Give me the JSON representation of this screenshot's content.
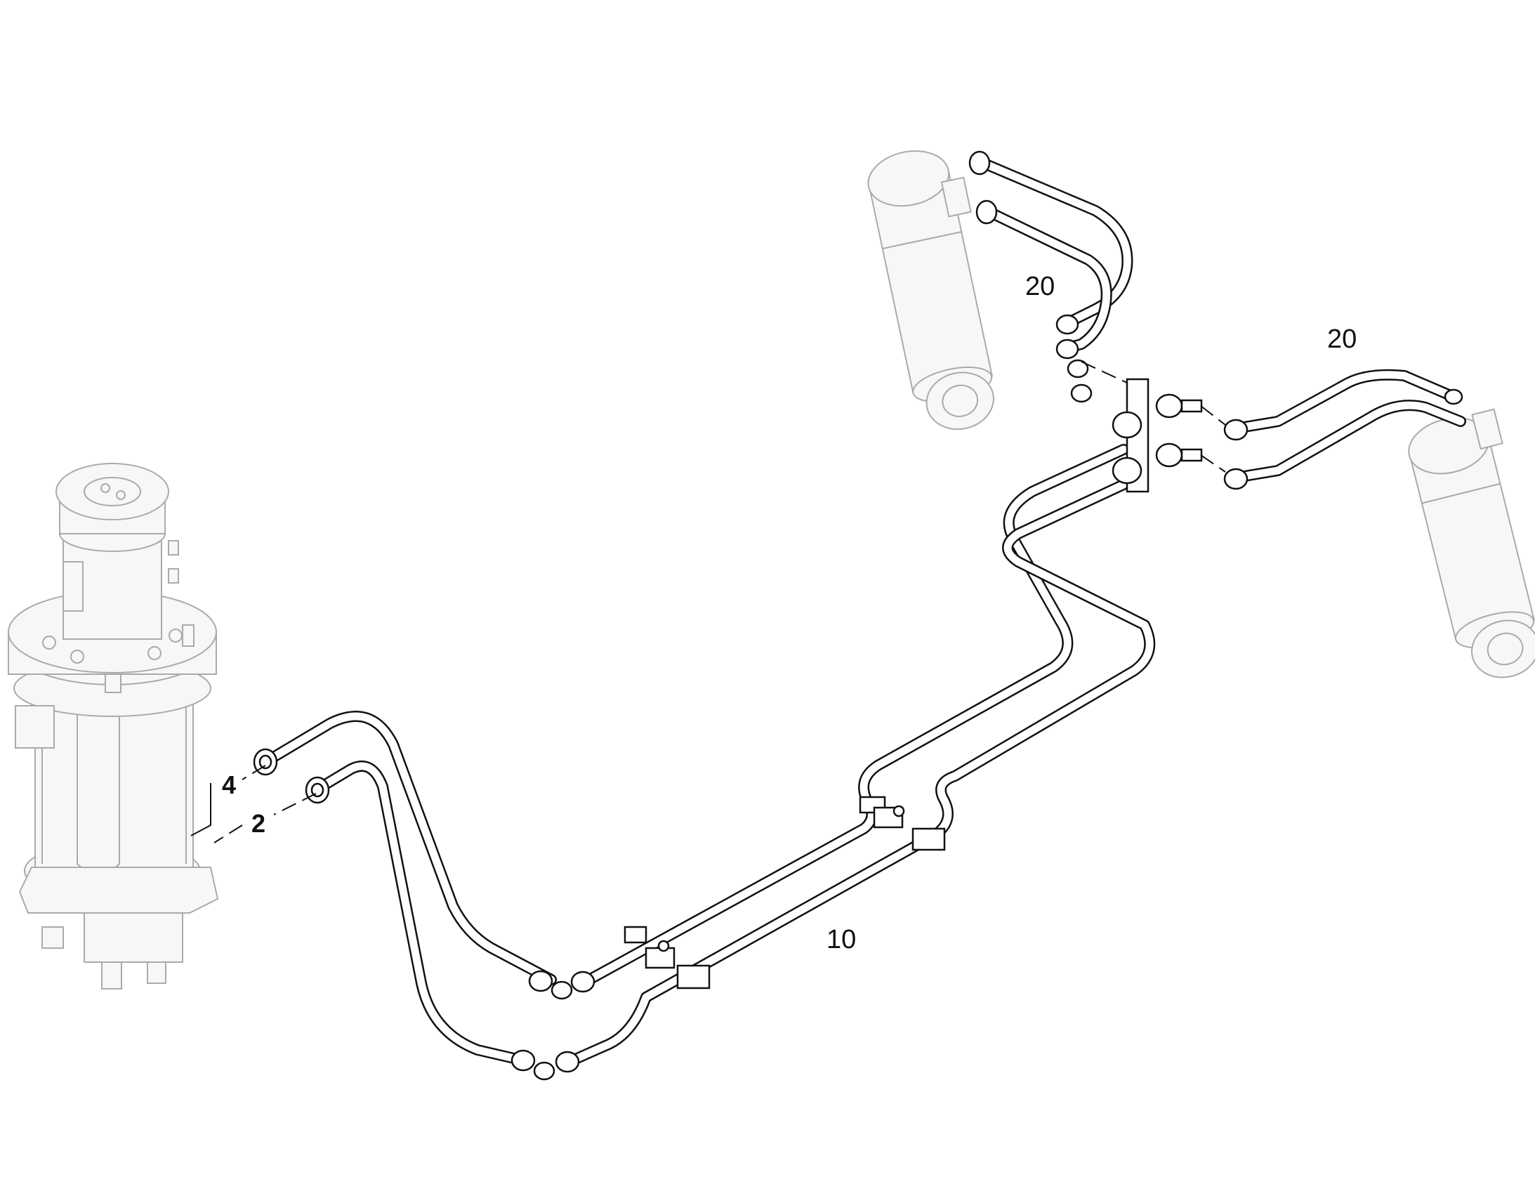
{
  "callouts": {
    "item_4": "4",
    "item_2": "2",
    "item_10": "10",
    "item_20_left": "20",
    "item_20_right": "20"
  },
  "components": [
    "rotary-joint",
    "rigid-pipe-pair",
    "manifold-block",
    "hydraulic-cylinder-left",
    "hydraulic-cylinder-right",
    "flexible-hose-pair-left",
    "flexible-hose-pair-right"
  ],
  "colors": {
    "line": "#111111",
    "ghosted_part": "#aaaaaa",
    "background": "#ffffff"
  }
}
